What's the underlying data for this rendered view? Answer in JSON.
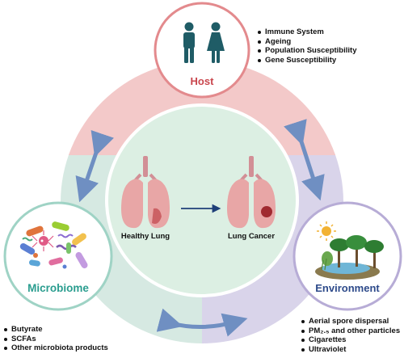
{
  "host": {
    "title": "Host",
    "factors": [
      "Immune System",
      "Ageing",
      "Population Susceptibility",
      "Gene Susceptibility"
    ]
  },
  "microbiome": {
    "title": "Microbiome",
    "factors": [
      "Butyrate",
      "SCFAs",
      "Other microbiota products"
    ]
  },
  "environment": {
    "title": "Environment",
    "factors": [
      "Aerial spore dispersal",
      "PM₂.₅ and other particles",
      "Cigarettes",
      "Ultraviolet"
    ]
  },
  "center": {
    "healthy_label": "Healthy Lung",
    "cancer_label": "Lung Cancer"
  },
  "colors": {
    "host_ring": "#f3c9c9",
    "host_title": "#c9464d",
    "microbiome_ring": "#d6e9e2",
    "microbiome_title": "#2a9d8f",
    "environment_ring": "#d9d4ea",
    "environment_title": "#2d4a8a",
    "center_fill": "#dcefe3",
    "arrow": "#6f8fc2",
    "lung": "#e8a6a6",
    "trachea": "#d28f96"
  }
}
